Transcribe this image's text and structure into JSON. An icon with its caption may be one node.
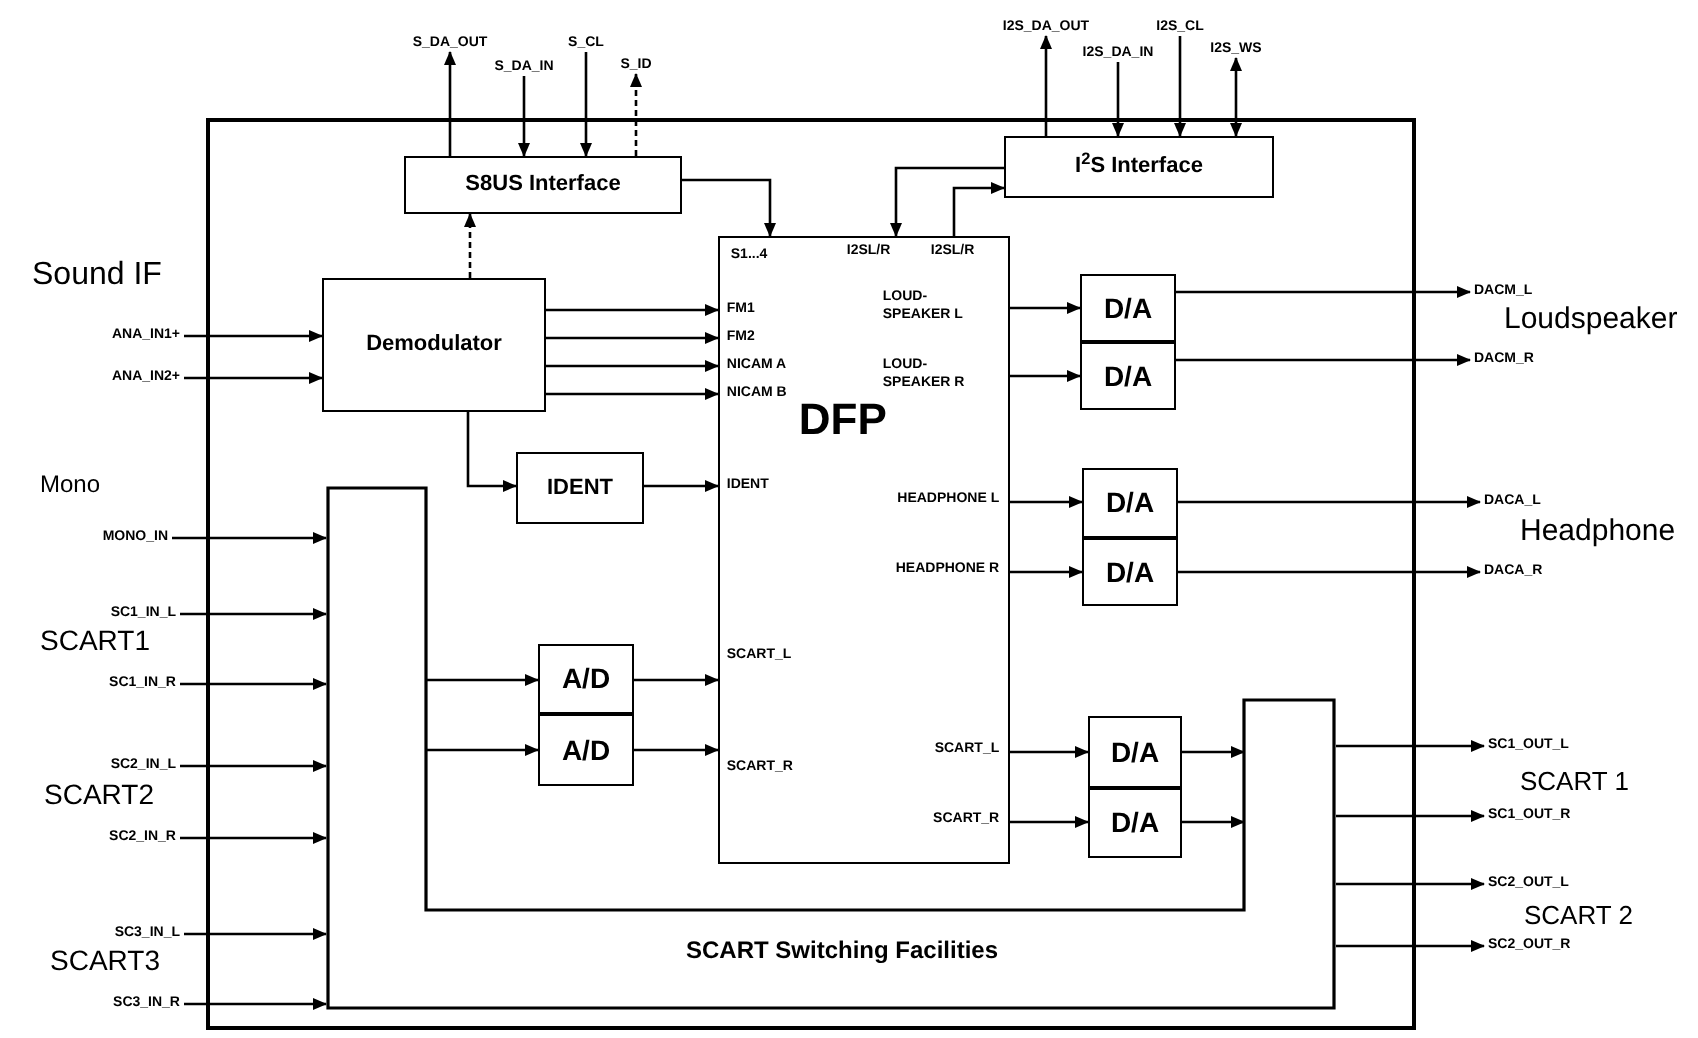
{
  "diagram": {
    "nodes": [
      {
        "text": [],
        "shape": "box"
      },
      {
        "text": [
          "S8US Interface"
        ],
        "in": 0
      },
      {
        "text": [
          "I$^{2}$S Interface"
        ],
        "in": 0
      },
      {
        "text": [
          "Demodulator"
        ],
        "in": 0
      },
      {
        "text": [
          "IDENT"
        ],
        "in": 0
      },
      {
        "text": [
          "S1...4",
          "I2SL/R",
          "I2SL/R",
          "FM1",
          "FM2",
          "NICAM A",
          "NICAM B",
          "LOUD-SPEAKER L",
          "LOUD-SPEAKER R",
          "DFP",
          "IDENT",
          "HEADPHONE L",
          "HEADPHONE R",
          "SCART_L",
          "SCART_R",
          "SCART_L",
          "SCART_R"
        ],
        "in": 0
      },
      {
        "text": [
          "A/D"
        ],
        "in": 0
      },
      {
        "text": [
          "A/D"
        ],
        "in": 0
      },
      {
        "text": [
          "D/A"
        ],
        "in": 0
      },
      {
        "text": [
          "D/A"
        ],
        "in": 0
      },
      {
        "text": [
          "D/A"
        ],
        "in": 0
      },
      {
        "text": [
          "D/A"
        ],
        "in": 0
      },
      {
        "text": [
          "D/A"
        ],
        "in": 0
      },
      {
        "text": [
          "D/A"
        ],
        "in": 0
      },
      {
        "text": [
          "SCART Switching Facilities"
        ],
        "in": 0
      },
      {
        "text": [
          "S_DA_OUT"
        ]
      },
      {
        "text": [
          "S_DA_IN"
        ]
      },
      {
        "text": [
          "S_CL"
        ]
      },
      {
        "text": [
          "S_ID"
        ]
      },
      {
        "text": [
          "I2S_DA_OUT"
        ]
      },
      {
        "text": [
          "I2S_DA_IN"
        ]
      },
      {
        "text": [
          "I2S_CL"
        ]
      },
      {
        "text": [
          "I2S_WS"
        ]
      },
      {
        "text": [
          "ANA_IN1+"
        ]
      },
      {
        "text": [
          "ANA_IN2+"
        ]
      },
      {
        "text": [
          "MONO_IN"
        ]
      },
      {
        "text": [
          "SC1_IN_L"
        ]
      },
      {
        "text": [
          "SC1_IN_R"
        ]
      },
      {
        "text": [
          "SC2_IN_L"
        ]
      },
      {
        "text": [
          "SC2_IN_R"
        ]
      },
      {
        "text": [
          "SC3_IN_L"
        ]
      },
      {
        "text": [
          "SC3_IN_R"
        ]
      },
      {
        "text": [
          "DACM_L"
        ]
      },
      {
        "text": [
          "DACM_R"
        ]
      },
      {
        "text": [
          "DACA_L"
        ]
      },
      {
        "text": [
          "DACA_R"
        ]
      },
      {
        "text": [
          "SC1_OUT_L"
        ]
      },
      {
        "text": [
          "SC1_OUT_R"
        ]
      },
      {
        "text": [
          "SC2_OUT_L"
        ]
      },
      {
        "text": [
          "SC2_OUT_R"
        ]
      }
    ],
    "edges": [
      {
        "from": 1,
        "to": 15,
        "arrow": "to"
      },
      {
        "from": 16,
        "to": 1,
        "arrow": "to"
      },
      {
        "from": 17,
        "to": 1,
        "arrow": "to"
      },
      {
        "from": 1,
        "to": 18,
        "arrow": "to",
        "style": "dashed"
      },
      {
        "from": 1,
        "to": 5,
        "arrow": "to"
      },
      {
        "from": 3,
        "to": 1,
        "arrow": "to",
        "style": "dashed"
      },
      {
        "from": 2,
        "to": 19,
        "arrow": "to"
      },
      {
        "from": 20,
        "to": 2,
        "arrow": "to"
      },
      {
        "from": 21,
        "to": 2,
        "arrow": "to"
      },
      {
        "from": 22,
        "to": 2,
        "arrow": "both"
      },
      {
        "from": 2,
        "to": 5,
        "arrow": "to"
      },
      {
        "from": 5,
        "to": 2,
        "arrow": "to"
      },
      {
        "from": 23,
        "to": 3,
        "arrow": "to"
      },
      {
        "from": 24,
        "to": 3,
        "arrow": "to"
      },
      {
        "from": 3,
        "to": 5,
        "arrow": "to"
      },
      {
        "from": 3,
        "to": 5,
        "arrow": "to"
      },
      {
        "from": 3,
        "to": 5,
        "arrow": "to"
      },
      {
        "from": 3,
        "to": 5,
        "arrow": "to"
      },
      {
        "from": 3,
        "to": 4,
        "arrow": "to"
      },
      {
        "from": 4,
        "to": 5,
        "arrow": "to"
      },
      {
        "from": 25,
        "to": 14,
        "arrow": "to"
      },
      {
        "from": 26,
        "to": 14,
        "arrow": "to"
      },
      {
        "from": 27,
        "to": 14,
        "arrow": "to"
      },
      {
        "from": 28,
        "to": 14,
        "arrow": "to"
      },
      {
        "from": 29,
        "to": 14,
        "arrow": "to"
      },
      {
        "from": 30,
        "to": 14,
        "arrow": "to"
      },
      {
        "from": 31,
        "to": 14,
        "arrow": "to"
      },
      {
        "from": 14,
        "to": 6,
        "arrow": "to"
      },
      {
        "from": 14,
        "to": 7,
        "arrow": "to"
      },
      {
        "from": 6,
        "to": 5,
        "arrow": "to"
      },
      {
        "from": 7,
        "to": 5,
        "arrow": "to"
      },
      {
        "from": 5,
        "to": 8,
        "arrow": "to"
      },
      {
        "from": 5,
        "to": 9,
        "arrow": "to"
      },
      {
        "from": 5,
        "to": 10,
        "arrow": "to"
      },
      {
        "from": 5,
        "to": 11,
        "arrow": "to"
      },
      {
        "from": 5,
        "to": 12,
        "arrow": "to"
      },
      {
        "from": 5,
        "to": 13,
        "arrow": "to"
      },
      {
        "from": 8,
        "to": 32,
        "arrow": "to"
      },
      {
        "from": 9,
        "to": 33,
        "arrow": "to"
      },
      {
        "from": 10,
        "to": 34,
        "arrow": "to"
      },
      {
        "from": 11,
        "to": 35,
        "arrow": "to"
      },
      {
        "from": 12,
        "to": 14,
        "arrow": "to"
      },
      {
        "from": 13,
        "to": 14,
        "arrow": "to"
      },
      {
        "from": 14,
        "to": 36,
        "arrow": "to"
      },
      {
        "from": 14,
        "to": 37,
        "arrow": "to"
      },
      {
        "from": 14,
        "to": 38,
        "arrow": "to"
      },
      {
        "from": 14,
        "to": 39,
        "arrow": "to"
      }
    ],
    "labels": [
      "Sound IF",
      "Mono",
      "SCART1",
      "SCART2",
      "SCART3",
      "Loudspeaker",
      "Headphone",
      "SCART 1",
      "SCART 2"
    ]
  }
}
